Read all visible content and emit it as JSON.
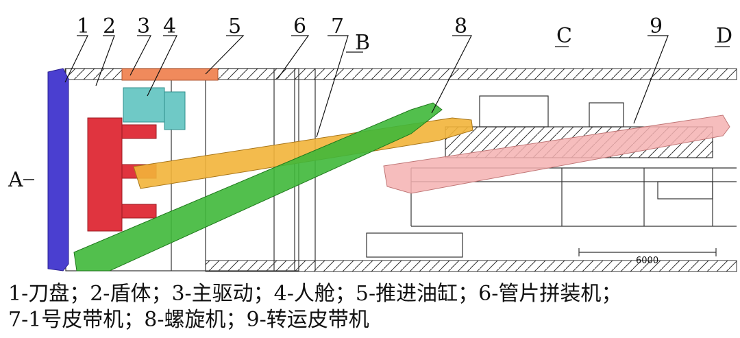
{
  "callouts": [
    "1",
    "2",
    "3",
    "4",
    "5",
    "6",
    "7",
    "8",
    "9"
  ],
  "section_marks": {
    "a": "A",
    "b": "B",
    "c": "C",
    "d": "D"
  },
  "dimension": "6000",
  "caption": {
    "line1": "1-刀盘；2-盾体；3-主驱动；4-人舱；5-推进油缸；6-管片拼装机；",
    "line2": "7-1号皮带机；8-螺旋机；9-转运皮带机"
  },
  "colors": {
    "cutterhead": "#4a3fd0",
    "shield_body": "#e0343f",
    "main_drive": "#f08a5c",
    "man_lock": "#6fc9c6",
    "belt_conveyor_1": "#f2b43a",
    "screw_conveyor": "#3fb83a",
    "transfer_belt": "#f4b2b2"
  }
}
